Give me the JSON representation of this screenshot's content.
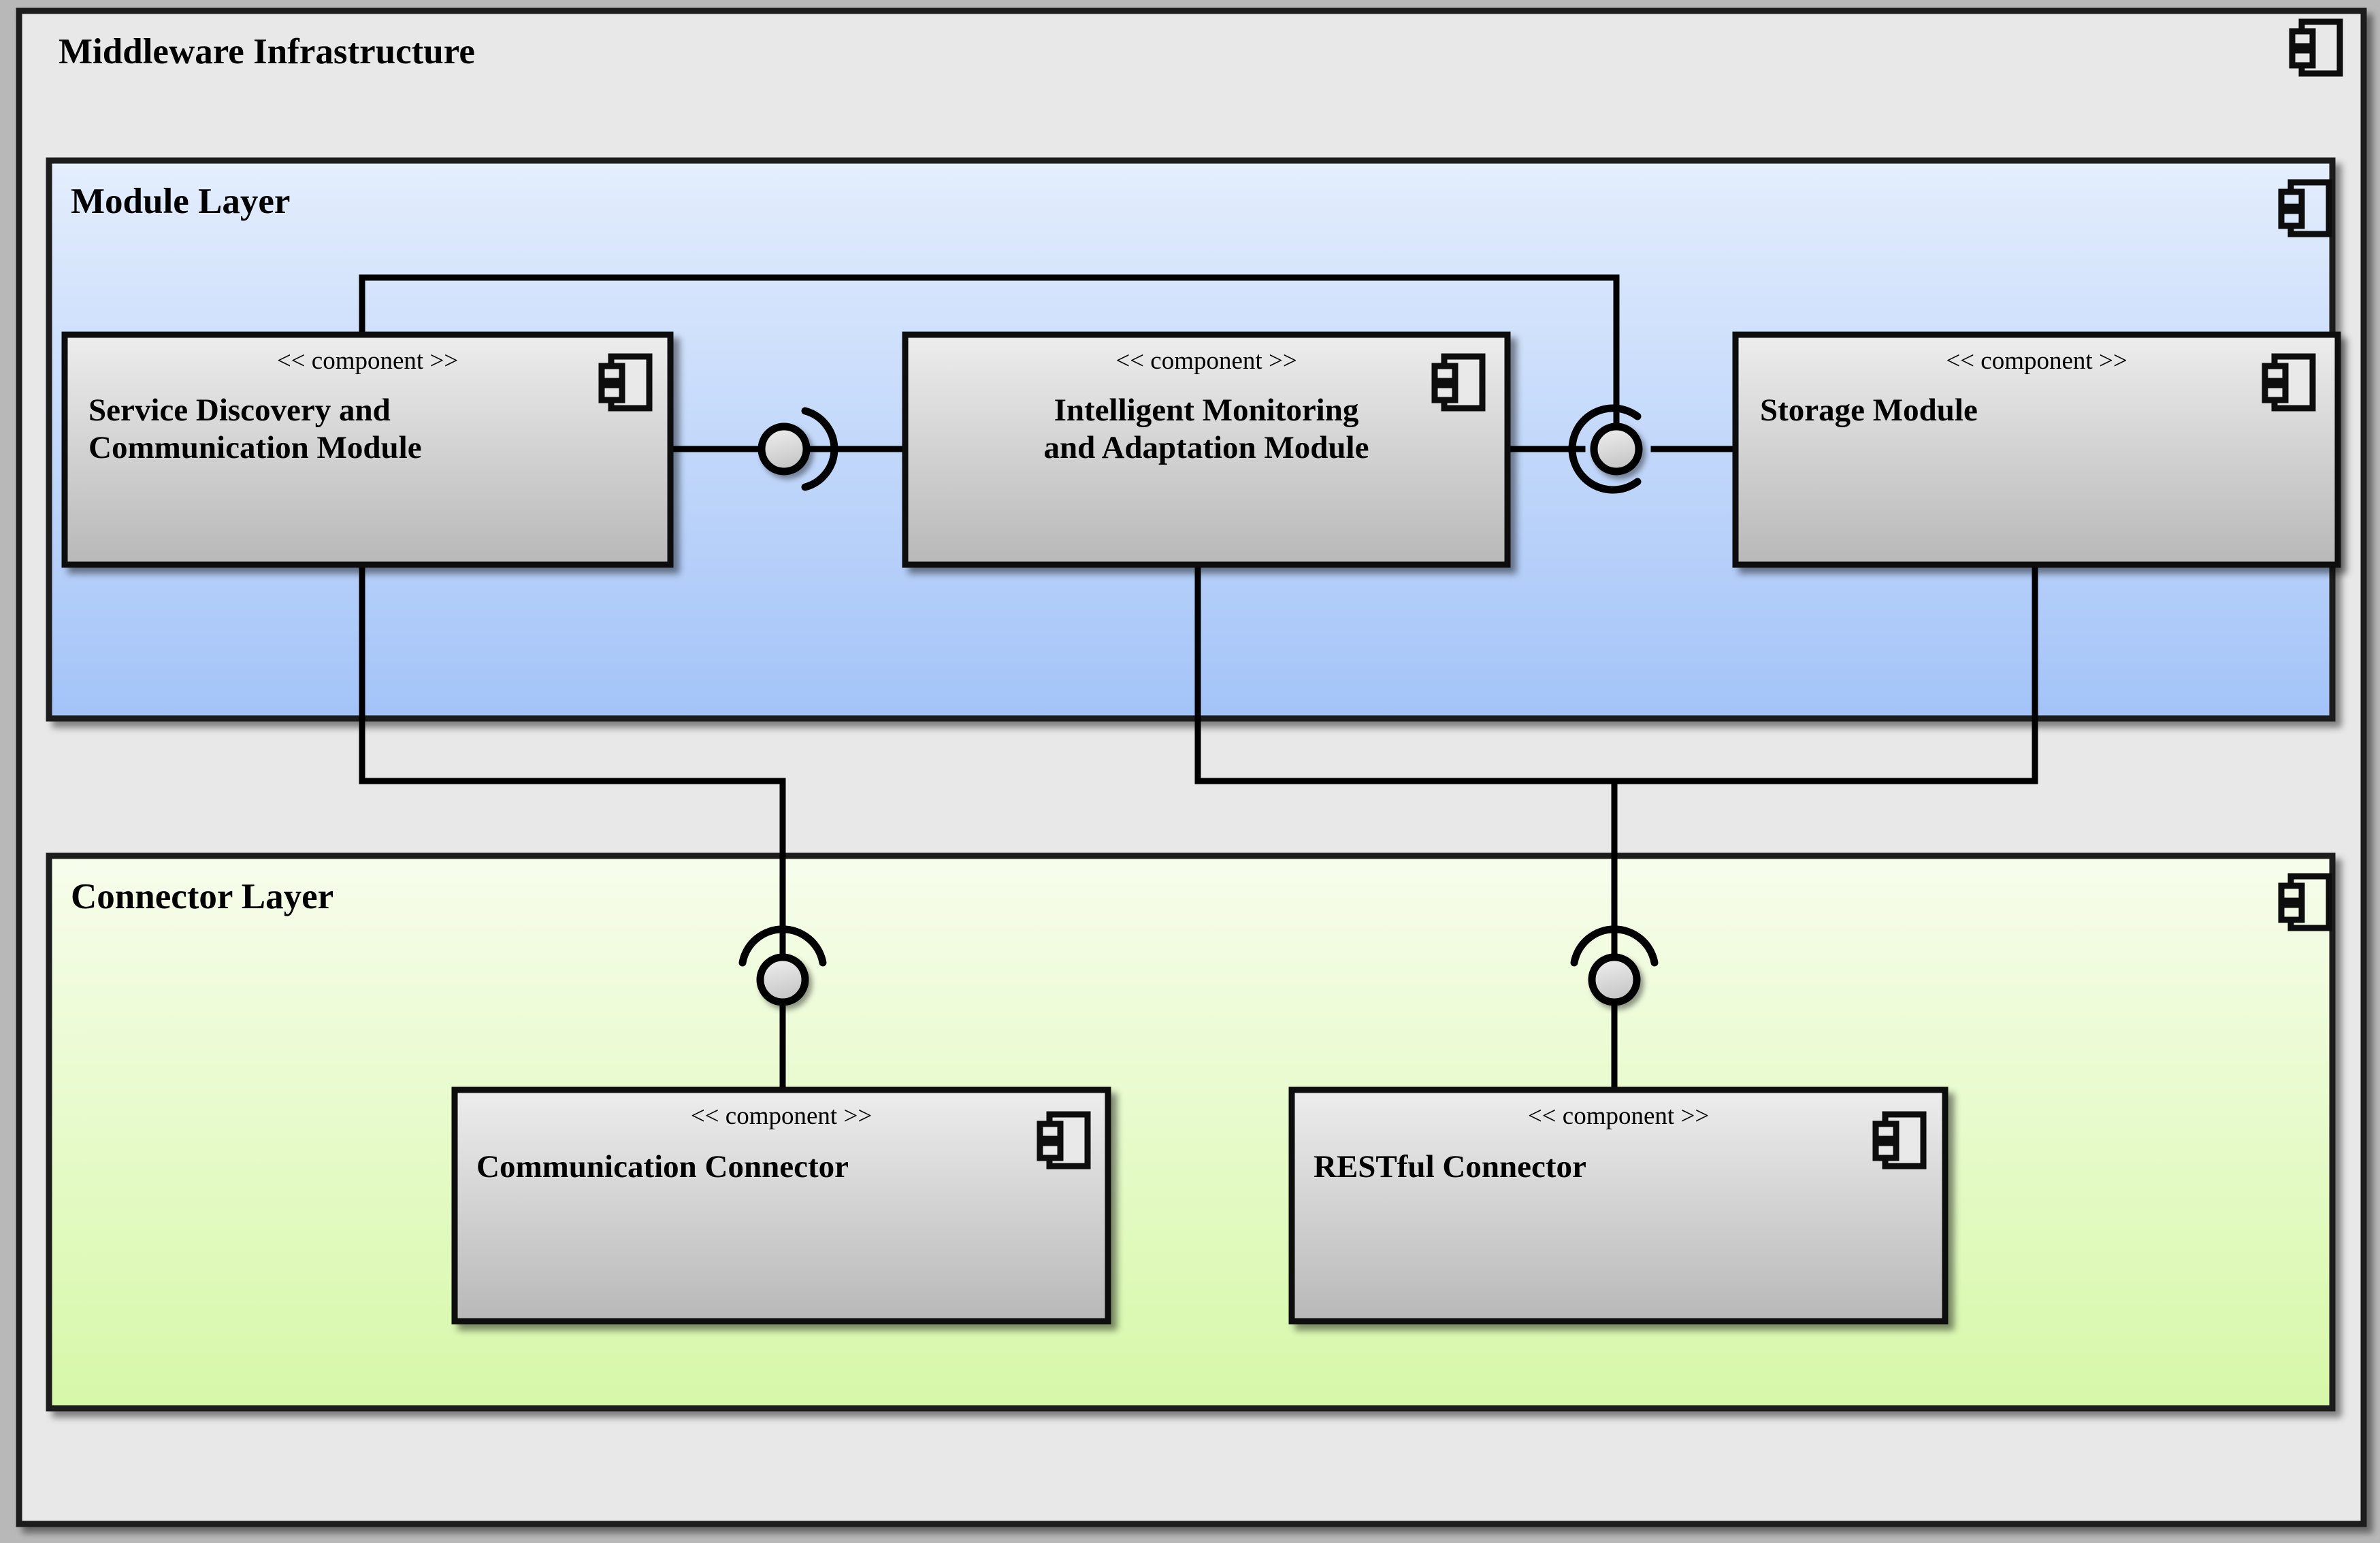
{
  "diagram": {
    "kind": "uml-component-diagram",
    "outer_frame": {
      "title": "Middleware Infrastructure",
      "icon": "component-icon",
      "background": "#e8e8e8",
      "border": "#1a1a1a"
    },
    "layers": [
      {
        "id": "module-layer",
        "title": "Module Layer",
        "icon": "component-icon",
        "gradient_from": "#e2ecfd",
        "gradient_to": "#a3c3f8",
        "border": "#1a1a1a"
      },
      {
        "id": "connector-layer",
        "title": "Connector Layer",
        "icon": "component-icon",
        "gradient_from": "#f6fcea",
        "gradient_to": "#d6f8a8",
        "border": "#1a1a1a"
      }
    ],
    "components": [
      {
        "id": "service-discovery-and-communication-module",
        "stereotype": "<< component >>",
        "name_line1": "Service Discovery and",
        "name_line2": "Communication Module",
        "layer": "module-layer",
        "icon": "component-icon"
      },
      {
        "id": "intelligent-monitoring-and-adaptation-module",
        "stereotype": "<< component >>",
        "name_line1": "Intelligent Monitoring",
        "name_line2": "and Adaptation Module",
        "layer": "module-layer",
        "icon": "component-icon"
      },
      {
        "id": "storage-module",
        "stereotype": "<< component >>",
        "name_line1": "Storage Module",
        "name_line2": "",
        "layer": "module-layer",
        "icon": "component-icon"
      },
      {
        "id": "communication-connector",
        "stereotype": "<< component >>",
        "name_line1": "Communication Connector",
        "name_line2": "",
        "layer": "connector-layer",
        "icon": "component-icon"
      },
      {
        "id": "restful-connector",
        "stereotype": "<< component >>",
        "name_line1": "RESTful Connector",
        "name_line2": "",
        "layer": "connector-layer",
        "icon": "component-icon"
      }
    ],
    "assembly_connectors": [
      {
        "id": "assembly-service-to-monitoring",
        "from": "service-discovery-and-communication-module",
        "to": "intelligent-monitoring-and-adaptation-module",
        "orientation": "horizontal",
        "socket_opens": "right",
        "ball_fill": "#d9d9d9"
      },
      {
        "id": "assembly-monitoring-to-storage",
        "from": "intelligent-monitoring-and-adaptation-module",
        "to": "storage-module",
        "orientation": "horizontal",
        "socket_opens": "left",
        "ball_fill": "#d9d9d9"
      },
      {
        "id": "assembly-to-communication-connector",
        "from": "service-discovery-and-communication-module",
        "to": "communication-connector",
        "orientation": "vertical",
        "socket_opens": "up",
        "ball_fill": "#d9d9d9"
      },
      {
        "id": "assembly-to-restful-connector",
        "from": "storage-module",
        "to": "restful-connector",
        "orientation": "vertical",
        "socket_opens": "up",
        "ball_fill": "#d9d9d9"
      }
    ],
    "colors": {
      "line": "#000000",
      "component_fill_top": "#ececec",
      "component_fill_bottom": "#b9b9b9",
      "page_background": "#b8b8b8",
      "outer_background": "#e8e8e8"
    }
  }
}
